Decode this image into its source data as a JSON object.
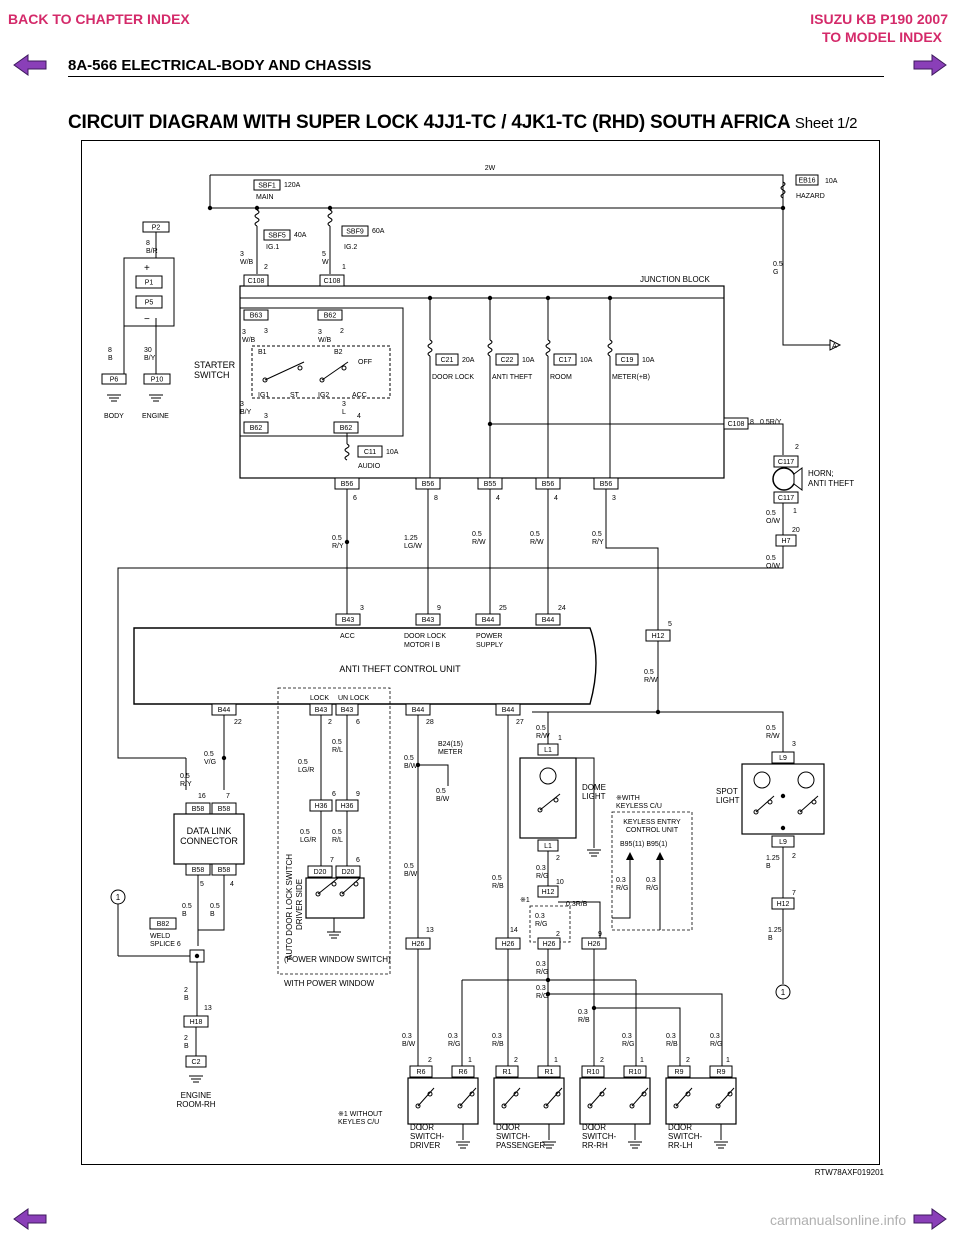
{
  "nav": {
    "back_chapter": "BACK TO CHAPTER INDEX",
    "model_title": "ISUZU KB P190 2007",
    "to_model": "TO MODEL INDEX"
  },
  "header": {
    "section": "8A-566  ELECTRICAL-BODY AND CHASSIS",
    "title": "CIRCUIT DIAGRAM WITH SUPER LOCK 4JJ1-TC / 4JK1-TC (RHD) SOUTH AFRICA",
    "sheet": "Sheet 1/2"
  },
  "footer": {
    "code": "RTW78AXF019201",
    "watermark": "carmanualsonline.info"
  },
  "colors": {
    "nav": "#d42a6a",
    "arrow": "#8a3fb8",
    "watermark": "#b0b0b0"
  },
  "icons": [
    "arrow-left-icon",
    "arrow-right-icon",
    "ground-icon",
    "fuse-icon",
    "switch-icon",
    "lamp-icon",
    "horn-icon"
  ],
  "diagram": {
    "wire_2w": "2W",
    "left": {
      "p2": "P2",
      "p2_wire": "8\nB/R",
      "p1": "P1",
      "p5": "P5",
      "p6_wire": "8\nB",
      "p10_wire": "30\nB/Y",
      "p6": "P6",
      "p10": "P10",
      "body": "BODY",
      "engine": "ENGINE",
      "starter": "STARTER\nSWITCH"
    },
    "fuses": {
      "sbf1": "SBF1",
      "sbf1_rating": "120A",
      "main": "MAIN",
      "sbf5": "SBF5",
      "sbf5_rating": "40A",
      "ig1": "IG.1",
      "sbf9": "SBF9",
      "sbf9_rating": "60A",
      "ig2": "IG.2",
      "eb16": "EB16",
      "eb16_rating": "10A",
      "hazard": "HAZARD",
      "c21": "C21",
      "c21_rating": "20A",
      "c21_name": "DOOR LOCK",
      "c22": "C22",
      "c22_rating": "10A",
      "c22_name": "ANTI THEFT",
      "c17": "C17",
      "c17_rating": "10A",
      "c17_name": "ROOM",
      "c19": "C19",
      "c19_rating": "10A",
      "c19_name": "METER(+B)",
      "c11": "C11",
      "c11_rating": "10A",
      "c11_name": "AUDIO"
    },
    "junction": "JUNCTION BLOCK",
    "switch": {
      "b1": "B1",
      "b2": "B2",
      "off": "OFF",
      "ig1": "IG1",
      "st": "ST",
      "ig2": "IG2",
      "acc": "ACC"
    },
    "connectors": {
      "c108a": "C108",
      "c108b": "C108",
      "c108c": "C108",
      "b63": "B63",
      "b62a": "B62",
      "b62b": "B62",
      "b62c": "B62",
      "b56a": "B56",
      "b56b": "B56",
      "b55": "B55",
      "b56c": "B56",
      "b56d": "B56",
      "c117a": "C117",
      "c117b": "C117",
      "h7": "H7",
      "b43a": "B43",
      "b43b": "B43",
      "b44a": "B44",
      "b44b": "B44",
      "h12a": "H12",
      "b44c": "B44",
      "b43c": "B43",
      "b43d": "B43",
      "b44d": "B44",
      "b44e": "B44",
      "b58a": "B58",
      "b58b": "B58",
      "b58c": "B58",
      "b58d": "B58",
      "h36a": "H36",
      "h36b": "H36",
      "d20a": "D20",
      "d20b": "D20",
      "l1a": "L1",
      "l1b": "L1",
      "h12b": "H12",
      "l9a": "L9",
      "l9b": "L9",
      "h12c": "H12",
      "b82": "B82",
      "h18": "H18",
      "c2": "C2",
      "h26a": "H26",
      "h26b": "H26",
      "h26c": "H26",
      "h26d": "H26",
      "r6a": "R6",
      "r6b": "R6",
      "r1a": "R1",
      "r1b": "R1",
      "r10a": "R10",
      "r10b": "R10",
      "r9a": "R9",
      "r9b": "R9"
    },
    "labels": {
      "hornline1": "HORN;",
      "hornline2": "ANTI THEFT",
      "unit": "ANTI THEFT CONTROL UNIT",
      "acc": "ACC",
      "doorlock": "DOOR LOCK",
      "motor": "MOTOR  l  B",
      "power": "POWER",
      "supply": "SUPPLY",
      "lock": "LOCK",
      "unlock": "UN LOCK",
      "dlc": "DATA LINK\nCONNECTOR",
      "weld": "WELD\nSPLICE 6",
      "engine_room": "ENGINE\nROOM-RH",
      "auto": "AUTO DOOR LOCK SWITCH",
      "driver_side": "DRIVER SIDE",
      "pws": "(POWER WINDOW SWITCH)",
      "with_pw": "WITH POWER WINDOW",
      "meter": "B24(15)\nMETER",
      "dome": "DOME\nLIGHT",
      "spot": "SPOT\nLIGHT",
      "keyless_with": "※WITH\nKEYLESS C/U",
      "keyless_unit": "KEYLESS ENTRY\nCONTROL UNIT",
      "b95": "B95(11)   B95(1)",
      "note1": "※1 WITHOUT\nKEYLES C/U",
      "drv": "DOOR\nSWITCH-\nDRIVER",
      "pas": "DOOR\nSWITCH-\nPASSENGER",
      "rrrh": "DOOR\nSWITCH-\nRR-RH",
      "rrlh": "DOOR\nSWITCH-\nRR-LH",
      "a": "A",
      "one": "1"
    },
    "wires": {
      "w1": "3\nW/B",
      "w2": "5\nW",
      "w3": "0.5\nG",
      "w4": "3\nW/B",
      "w5": "3\nW/B",
      "w6": "3\nB/Y",
      "w7": "3\nL",
      "w8": "0.5R/Y",
      "w9": "0.5\nO/W",
      "w10": "0.5\nO/W",
      "w11": "0.5\nR/Y",
      "w12": "1.25\nLG/W",
      "w13": "0.5\nR/W",
      "w14": "0.5\nR/W",
      "w15": "0.5\nR/Y",
      "w16": "0.5\nR/W",
      "w17": "0.5\nV/G",
      "w18": "0.5\nR/Y",
      "w19": "0.5\nLG/R",
      "w20": "0.5\nR/L",
      "w21": "0.5\nLG/R",
      "w22": "0.5\nR/L",
      "w23": "0.5\nB/W",
      "w24": "0.5\nB/W",
      "w25": "0.5\nB/W",
      "w26": "0.5\nR/W",
      "w27": "0.5\nR/W",
      "w28": "0.3\nR/G",
      "w29": "0.3R/B",
      "w30": "0.3\nR/G",
      "w31": "0.3\nR/G",
      "w32": "0.3\nR/G",
      "w33": "0.5\nR/B",
      "w34": "0.3\nR/G",
      "w35": "0.3\nR/G",
      "w36": "0.3\nR/B",
      "w37": "1.25\nB",
      "w38": "1.25\nB",
      "w39": "0.5\nB",
      "w40": "0.5\nB",
      "w41": "2\nB",
      "w42": "2\nB",
      "w43": "0.3\nB/W",
      "w44": "0.3\nR/G",
      "w45": "0.3\nR/B",
      "w46": "0.3\nR/G",
      "w47": "0.3\nR/B",
      "w48": "0.3\nR/G"
    },
    "pins": {
      "p1": "2",
      "p2": "1",
      "p3": "3",
      "p4": "2",
      "p5": "3",
      "p6": "4",
      "p7": "8",
      "p8": "2",
      "p9": "1",
      "p10": "20",
      "p11": "6",
      "p12": "8",
      "p13": "4",
      "p14": "4",
      "p15": "3",
      "p16": "3",
      "p17": "9",
      "p18": "25",
      "p19": "24",
      "p20": "5",
      "p21": "22",
      "p22": "2",
      "p23": "6",
      "p24": "28",
      "p25": "27",
      "p26": "16",
      "p27": "7",
      "p28": "6",
      "p29": "9",
      "p30": "7",
      "p31": "6",
      "p32": "5",
      "p33": "4",
      "p34": "1",
      "p35": "2",
      "p36": "10",
      "p37": "3",
      "p38": "2",
      "p39": "7",
      "p40": "13",
      "p41": "13",
      "p42": "14",
      "p43": "2",
      "p44": "9",
      "p45": "2",
      "p46": "1",
      "p47": "2",
      "p48": "1",
      "p49": "2",
      "p50": "1",
      "p51": "2",
      "p52": "1",
      "p53": "※1"
    }
  }
}
